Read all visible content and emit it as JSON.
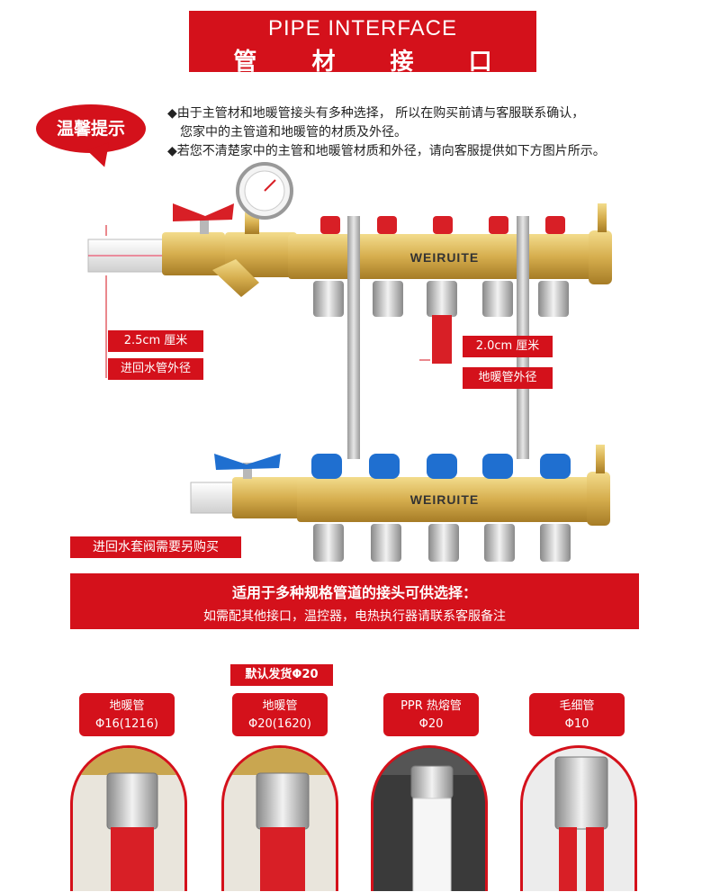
{
  "header": {
    "title_en": "PIPE INTERFACE",
    "title_cn": "管 材 接 口"
  },
  "tip": {
    "badge": "温馨提示",
    "lines": [
      "◆由于主管材和地暖管接头有多种选择， 所以在购买前请与客服联系确认，",
      "您家中的主管道和地暖管的材质及外径。",
      "◆若您不清楚家中的主管和地暖管材质和外径，请向客服提供如下方图片所示。"
    ]
  },
  "diagram": {
    "brand_top": "WEIRUITE",
    "brand_bottom": "WEIRUITE",
    "main_pipe_size": "2.5cm 厘米",
    "main_pipe_label": "进回水管外径",
    "floor_pipe_size": "2.0cm 厘米",
    "floor_pipe_label": "地暖管外径",
    "valve_note": "进回水套阀需要另购买"
  },
  "options": {
    "heading": "适用于多种规格管道的接头可供选择：",
    "sub": "如需配其他接口，温控器，电热执行器请联系客服备注",
    "default_tag": "默认发货Φ20",
    "items": [
      {
        "name": "地暖管",
        "size": "Φ16(1216)"
      },
      {
        "name": "地暖管",
        "size": "Φ20(1620)"
      },
      {
        "name": "PPR 热熔管",
        "size": "Φ20"
      },
      {
        "name": "毛细管",
        "size": "Φ10"
      }
    ]
  },
  "colors": {
    "accent": "#d4111b",
    "brass": "#d9b45a",
    "cap_red": "#d81f26",
    "cap_blue": "#1f6fd0"
  }
}
